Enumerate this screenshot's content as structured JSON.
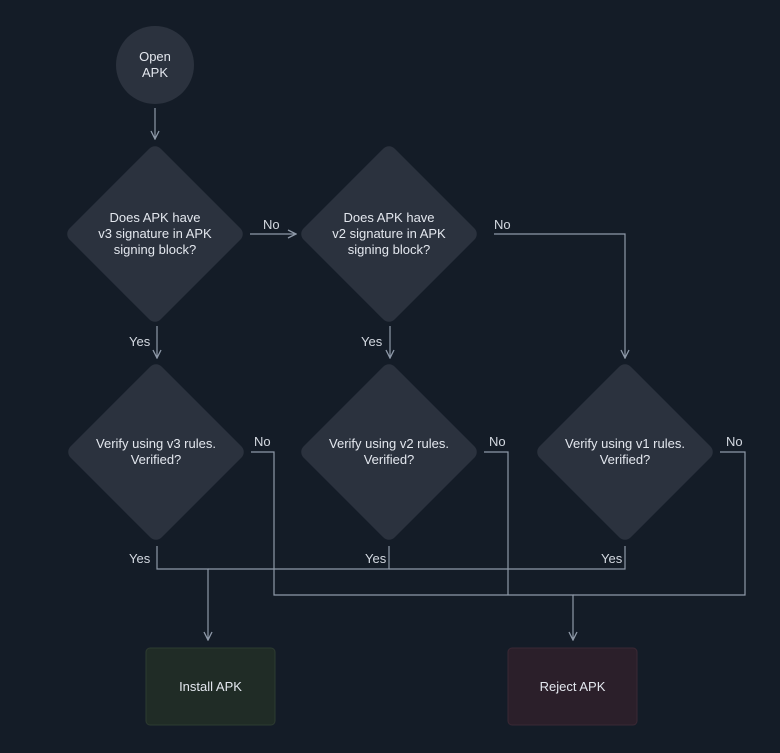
{
  "colors": {
    "background": "#141c27",
    "node_fill": "#2b323e",
    "edge": "#8e99a8",
    "install_fill": "#202c26",
    "reject_fill": "#2b1f2a"
  },
  "nodes": {
    "start": "Open\nAPK",
    "q_v3_sig": "Does APK have\nv3 signature in APK\nsigning block?",
    "q_v2_sig": "Does APK have\nv2 signature in APK\nsigning block?",
    "q_v3_verify": "Verify using v3 rules.\nVerified?",
    "q_v2_verify": "Verify using v2 rules.\nVerified?",
    "q_v1_verify": "Verify using v1 rules.\nVerified?",
    "install": "Install APK",
    "reject": "Reject APK"
  },
  "edge_labels": {
    "v3_sig_no": "No",
    "v2_sig_no": "No",
    "v3_sig_yes": "Yes",
    "v2_sig_yes": "Yes",
    "v3_verify_no": "No",
    "v2_verify_no": "No",
    "v1_verify_no": "No",
    "v3_verify_yes": "Yes",
    "v2_verify_yes": "Yes",
    "v1_verify_yes": "Yes"
  }
}
